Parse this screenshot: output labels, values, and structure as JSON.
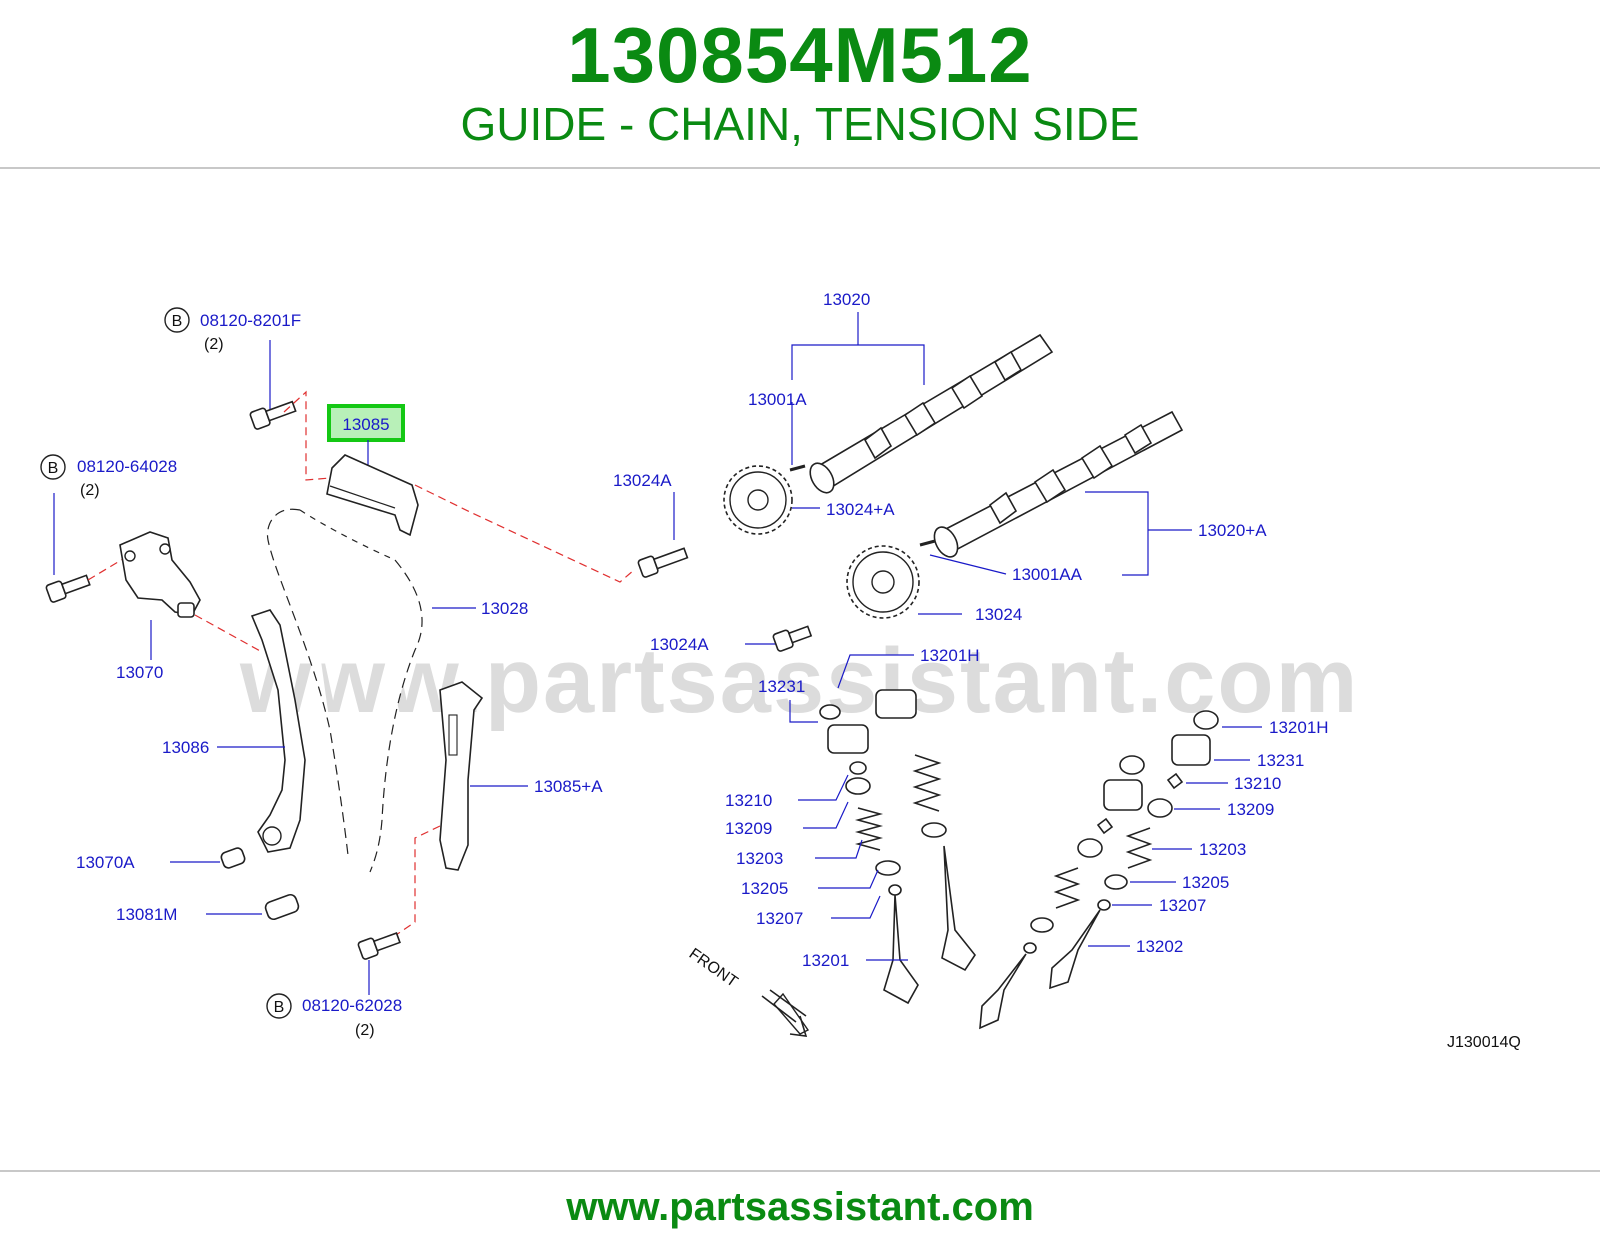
{
  "header": {
    "part_number": "130854M512",
    "part_description": "GUIDE - CHAIN, TENSION SIDE"
  },
  "diagram": {
    "watermark": "www.partsassistant.com",
    "diagram_code": "J130014Q",
    "front_label": "FRONT",
    "bolt_marker": "B",
    "highlighted_part": "13085",
    "labels": {
      "bolt1": "08120-8201F",
      "bolt1_qty": "(2)",
      "bolt2": "08120-64028",
      "bolt2_qty": "(2)",
      "bolt3": "08120-62028",
      "bolt3_qty": "(2)",
      "p13085": "13085",
      "p13070": "13070",
      "p13086": "13086",
      "p13070A": "13070A",
      "p13081M": "13081M",
      "p13028": "13028",
      "p13085A": "13085+A",
      "p13024A_1": "13024A",
      "p13024A_2": "13024A",
      "p13020": "13020",
      "p13001A": "13001A",
      "p13024pA": "13024+A",
      "p13020pA": "13020+A",
      "p13001AA": "13001AA",
      "p13024": "13024",
      "p13201H_1": "13201H",
      "p13231_1": "13231",
      "p13210_1": "13210",
      "p13209_1": "13209",
      "p13203_1": "13203",
      "p13205_1": "13205",
      "p13207_1": "13207",
      "p13201": "13201",
      "p13201H_2": "13201H",
      "p13231_2": "13231",
      "p13210_2": "13210",
      "p13209_2": "13209",
      "p13203_2": "13203",
      "p13205_2": "13205",
      "p13207_2": "13207",
      "p13202": "13202"
    }
  },
  "footer": {
    "url": "www.partsassistant.com"
  },
  "colors": {
    "brand_green": "#0a8a12",
    "label_blue": "#1a1ac8",
    "highlight_border": "#14c814",
    "highlight_fill": "#b8f0b8",
    "leader_red": "#e03030"
  }
}
